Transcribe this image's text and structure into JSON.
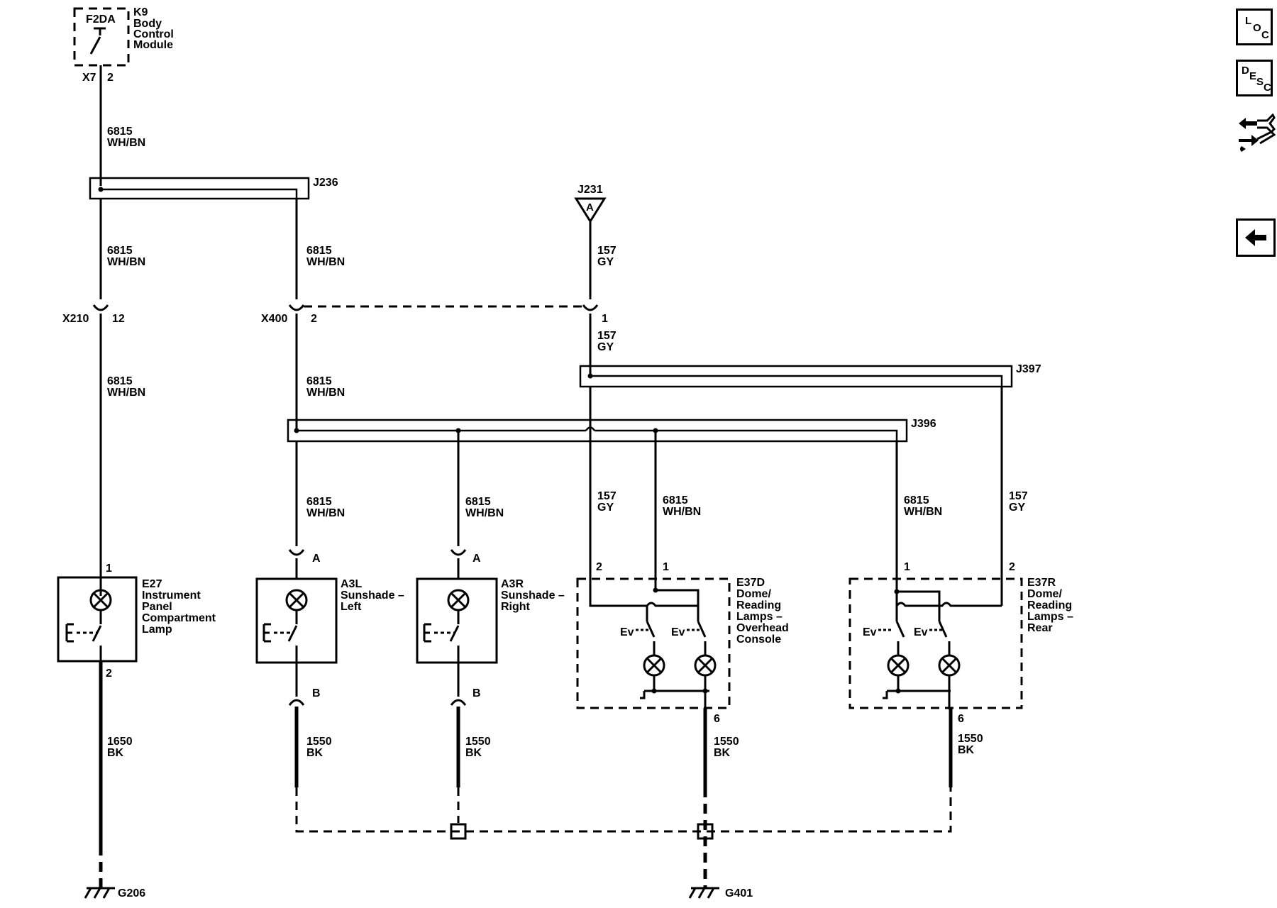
{
  "bcm": {
    "fuse": "F2DA",
    "ref": "K9",
    "name_lines": [
      "Body",
      "Control",
      "Module"
    ],
    "connector": "X7",
    "pin": "2"
  },
  "circuit_wh": [
    "6815",
    "WH/BN"
  ],
  "circuit_gy": [
    "157",
    "GY"
  ],
  "circuit_bk1650": [
    "1650",
    "BK"
  ],
  "circuit_bk1550": [
    "1550",
    "BK"
  ],
  "splices": {
    "j236": "J236",
    "j231": "J231",
    "j231_pin": "A",
    "j397": "J397",
    "j396": "J396"
  },
  "connectors": {
    "x210": "X210",
    "x210_pin": "12",
    "x400": "X400",
    "x400_pin_a": "2",
    "x400_pin_b": "1"
  },
  "components": {
    "e27": {
      "ref": "E27",
      "lines": [
        "Instrument",
        "Panel",
        "Compartment",
        "Lamp"
      ],
      "pin_top": "1",
      "pin_bottom": "2"
    },
    "a3l": {
      "ref": "A3L",
      "lines": [
        "Sunshade –",
        "Left"
      ],
      "pin_top": "A",
      "pin_bottom": "B"
    },
    "a3r": {
      "ref": "A3R",
      "lines": [
        "Sunshade –",
        "Right"
      ],
      "pin_top": "A",
      "pin_bottom": "B"
    },
    "e37d": {
      "ref": "E37D",
      "lines": [
        "Dome/",
        "Reading",
        "Lamps –",
        "Overhead",
        "Console"
      ],
      "pin_gy": "2",
      "pin_wh": "1",
      "pin_gnd": "6"
    },
    "e37r": {
      "ref": "E37R",
      "lines": [
        "Dome/",
        "Reading",
        "Lamps –",
        "Rear"
      ],
      "pin_wh": "1",
      "pin_gy": "2",
      "pin_gnd": "6"
    }
  },
  "switch_labels": {
    "e": "E",
    "ev": "Ev"
  },
  "grounds": {
    "g206": "G206",
    "g401": "G401"
  },
  "nav": {
    "loc": [
      "L",
      "O",
      "C"
    ],
    "desc": [
      "D",
      "E",
      "S",
      "C"
    ]
  }
}
